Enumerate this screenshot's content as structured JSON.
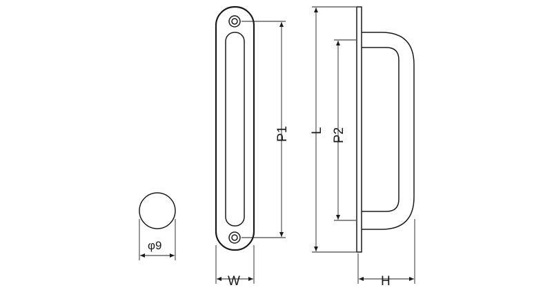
{
  "dimensions": {
    "diameter_label": "φ9",
    "width_label": "W",
    "p1_label": "P1",
    "length_label": "L",
    "p2_label": "P2",
    "height_label": "H"
  }
}
